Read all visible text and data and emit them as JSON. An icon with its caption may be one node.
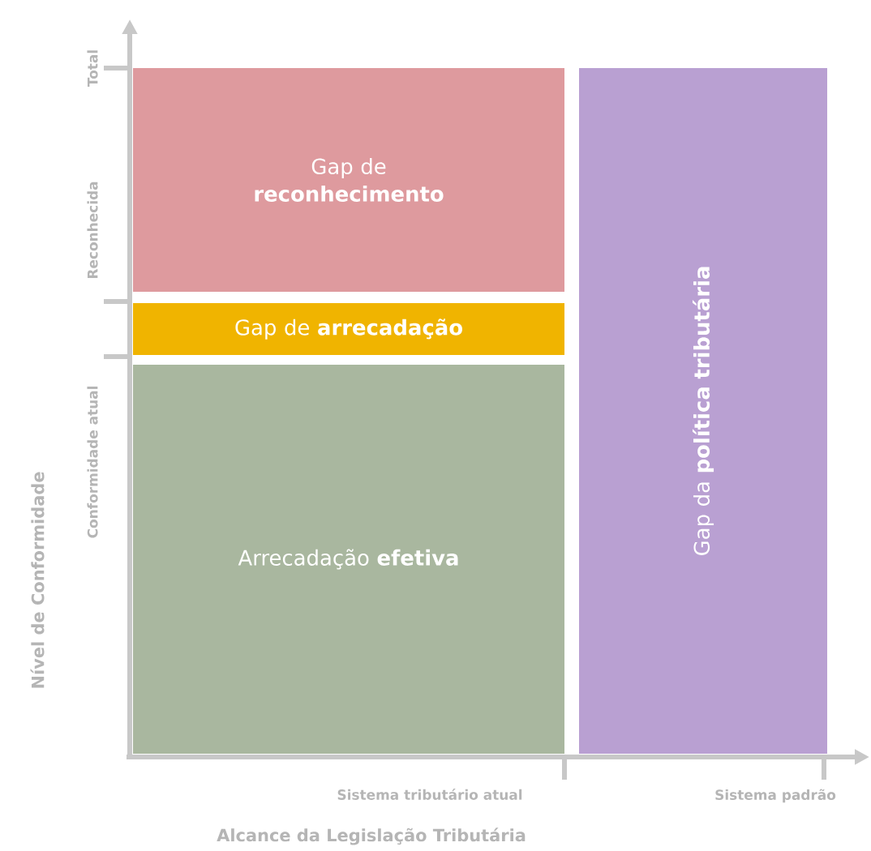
{
  "diagram": {
    "nodes": [
      {
        "text": [
          "Gap de **reconhecimento**"
        ]
      },
      {
        "text": [
          "Gap de **arrecadação**"
        ]
      },
      {
        "text": [
          "Arrecadação **efetiva**"
        ]
      },
      {
        "text": [
          "Gap da **política tributária**"
        ]
      }
    ],
    "labels": [
      "Total",
      "Reconhecida",
      "Conformidade atual",
      "Nível de Conformidade",
      "Sistema tributário atual",
      "Sistema padrão",
      "Alcance da Legislação Tributária"
    ]
  }
}
